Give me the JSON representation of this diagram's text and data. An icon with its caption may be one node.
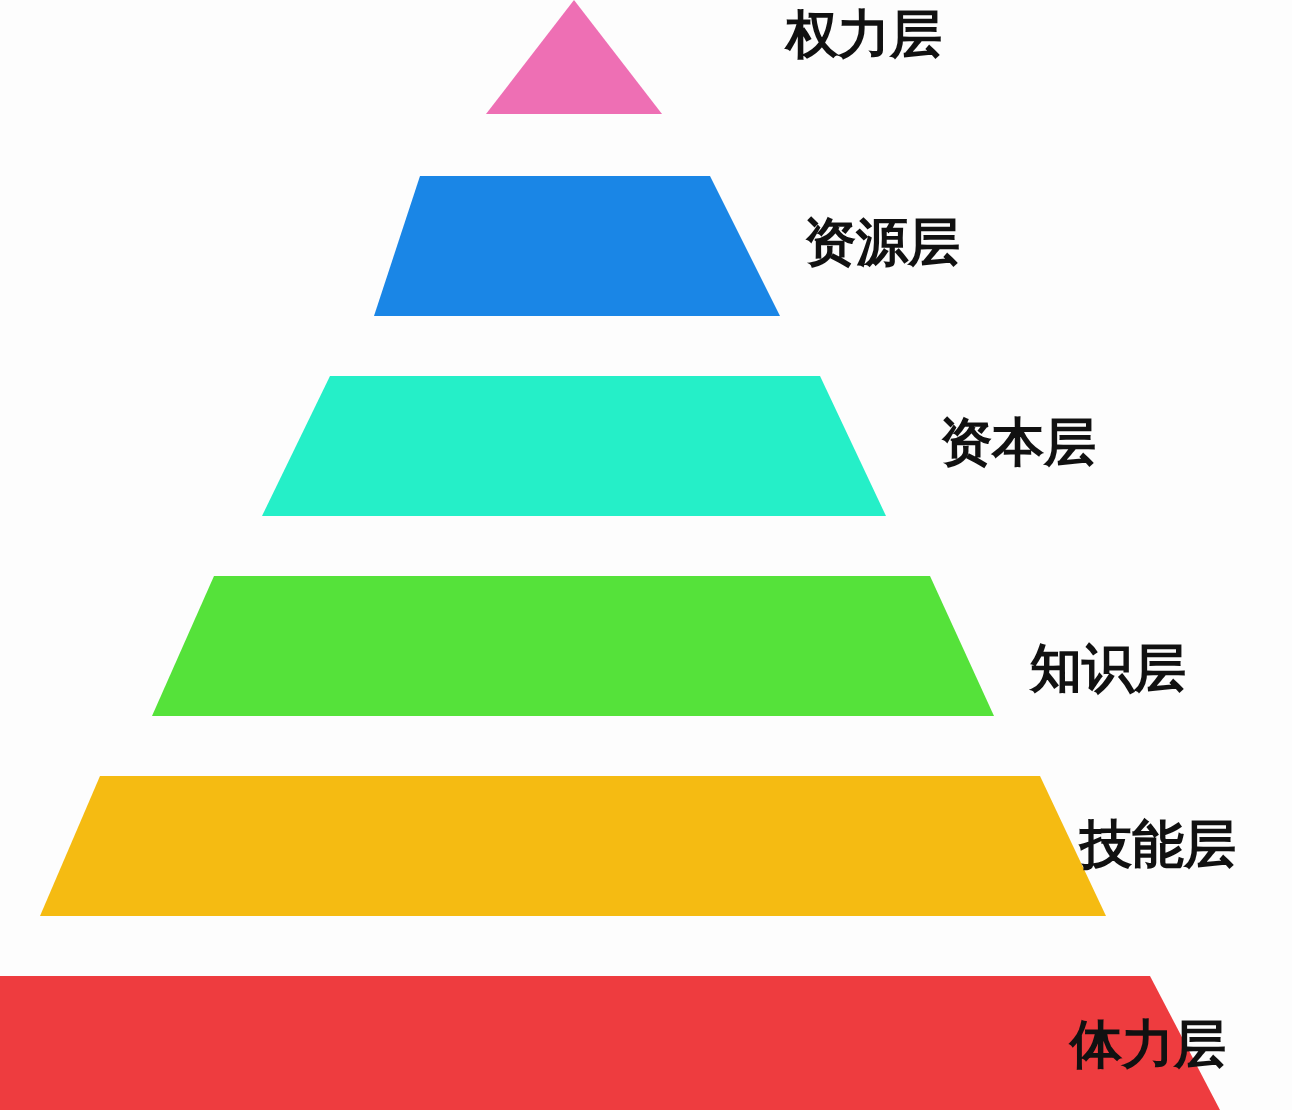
{
  "diagram": {
    "nodes": [
      {
        "text": [],
        "shape": "triangle",
        "beside": [
          "权力层"
        ]
      },
      {
        "text": [],
        "shape": "trapezoid",
        "beside": [
          "资源层"
        ]
      },
      {
        "text": [],
        "shape": "trapezoid",
        "beside": [
          "资本层"
        ]
      },
      {
        "text": [],
        "shape": "trapezoid",
        "beside": [
          "知识层"
        ]
      },
      {
        "text": [],
        "shape": "trapezoid",
        "beside": [
          "技能层"
        ]
      },
      {
        "text": [
          "体力层"
        ]
      }
    ]
  }
}
